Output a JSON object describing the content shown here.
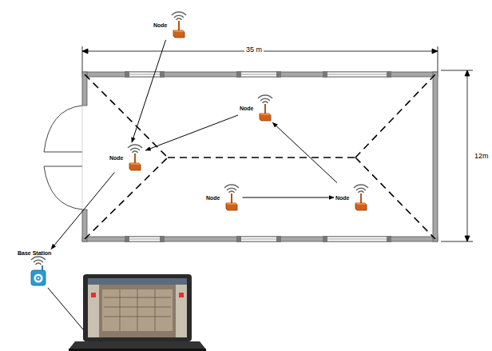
{
  "diagram": {
    "nodes": [
      {
        "text": [
          "Node"
        ]
      },
      {
        "text": [
          "Node"
        ]
      },
      {
        "text": [
          "Node"
        ]
      },
      {
        "text": [
          "Node"
        ]
      },
      {
        "text": [
          "Node"
        ]
      },
      {
        "text": [
          "Base Station"
        ]
      }
    ],
    "edges": [
      {
        "from": 0,
        "to": 1,
        "arrow": "to"
      },
      {
        "from": 2,
        "to": 1,
        "arrow": "to"
      },
      {
        "from": 4,
        "to": 2,
        "arrow": "to"
      },
      {
        "from": 3,
        "to": 4,
        "arrow": "to"
      },
      {
        "from": 1,
        "to": 5,
        "arrow": "to"
      }
    ],
    "labels": [
      "35 m",
      "12m"
    ]
  }
}
